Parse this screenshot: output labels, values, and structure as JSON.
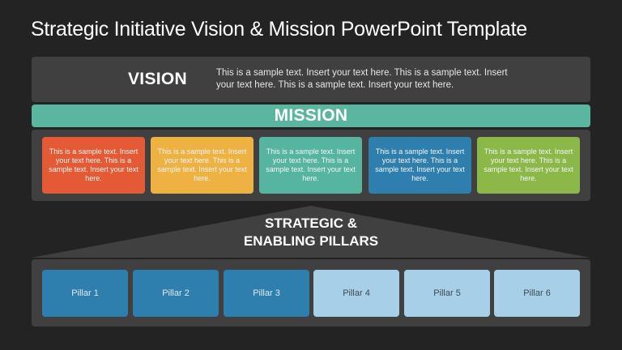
{
  "title": "Strategic Initiative Vision & Mission PowerPoint Template",
  "vision": {
    "label": "VISION",
    "text": "This is a sample text. Insert your text here. This is a sample text. Insert your text here. This is a sample text.  Insert your text here."
  },
  "mission": {
    "label": "MISSION",
    "cards": [
      {
        "text": "This is a sample text. Insert your text here. This is a sample text. Insert your text here.",
        "color": "#e35a35"
      },
      {
        "text": "This is a sample text. Insert your text here. This is a sample text. Insert your text here.",
        "color": "#eeb243"
      },
      {
        "text": "This is a sample text. Insert your text here. This is a sample text. Insert your text here.",
        "color": "#55b5a1"
      },
      {
        "text": "This is a sample text. Insert your text here. This is a sample text. Insert your text here.",
        "color": "#2e7fad"
      },
      {
        "text": "This is a sample text. Insert your text here. This is a sample text. Insert your text here.",
        "color": "#8cb84a"
      }
    ]
  },
  "pillars": {
    "title_line1": "STRATEGIC &",
    "title_line2": "ENABLING PILLARS",
    "items": [
      {
        "label": "Pillar 1",
        "style": "dark"
      },
      {
        "label": "Pillar 2",
        "style": "dark"
      },
      {
        "label": "Pillar 3",
        "style": "dark"
      },
      {
        "label": "Pillar 4",
        "style": "light"
      },
      {
        "label": "Pillar 5",
        "style": "light"
      },
      {
        "label": "Pillar 6",
        "style": "light"
      }
    ]
  },
  "colors": {
    "background": "#232323",
    "panel": "#404040",
    "mission_bar": "#5bb6a0",
    "pillar_dark": "#2e7fad",
    "pillar_light": "#a7d0e8"
  }
}
